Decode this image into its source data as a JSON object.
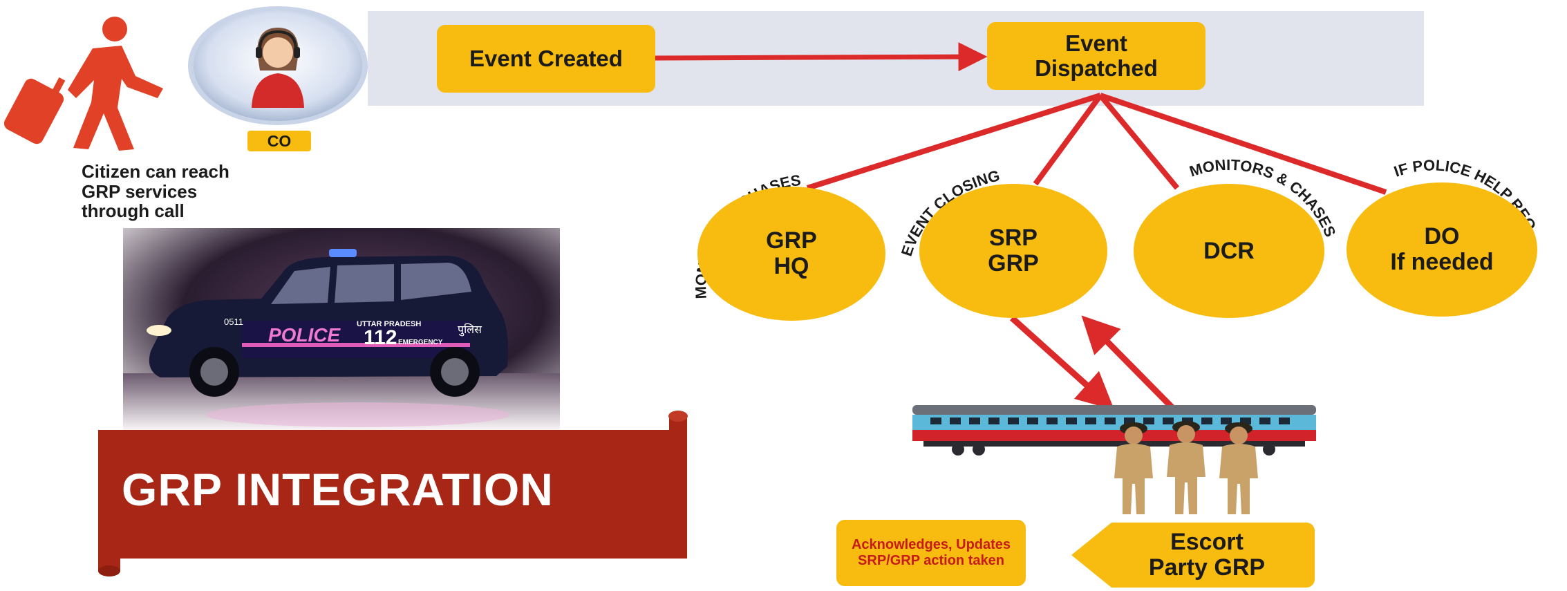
{
  "header": {
    "event_created": "Event Created",
    "event_dispatched_line1": "Event",
    "event_dispatched_line2": "Dispatched"
  },
  "nodes": {
    "grp_hq": [
      "GRP",
      "HQ"
    ],
    "srp_grp": [
      "SRP",
      "GRP"
    ],
    "dcr": "DCR",
    "do_if_needed": [
      "DO",
      "If needed"
    ]
  },
  "edge_labels": {
    "grp_hq": "MONITORS & CHASES",
    "srp_grp": "EVENT CLOSING",
    "dcr": "MONITORS & CHASES",
    "do": "IF POLICE HELP REQ."
  },
  "citizen": {
    "lines": [
      "Citizen can reach",
      "GRP services",
      "through call"
    ],
    "co_label": "CO"
  },
  "police_car": {
    "number": "0511",
    "police_text": "POLICE",
    "state_text": "UTTAR PRADESH",
    "emergency_number": "112",
    "emergency_text": "EMERGENCY",
    "hindi_text": "पुलिस"
  },
  "escort": {
    "line1": "Escort",
    "line2": "Party GRP",
    "ack_line1": "Acknowledges, Updates",
    "ack_line2": "SRP/GRP action taken"
  },
  "banner": {
    "title": "GRP INTEGRATION"
  },
  "colors": {
    "yellow": "#f8bb10",
    "arrow_red": "#dc2a2a",
    "banner_red": "#a82616",
    "band_gray": "#e1e4ec"
  }
}
